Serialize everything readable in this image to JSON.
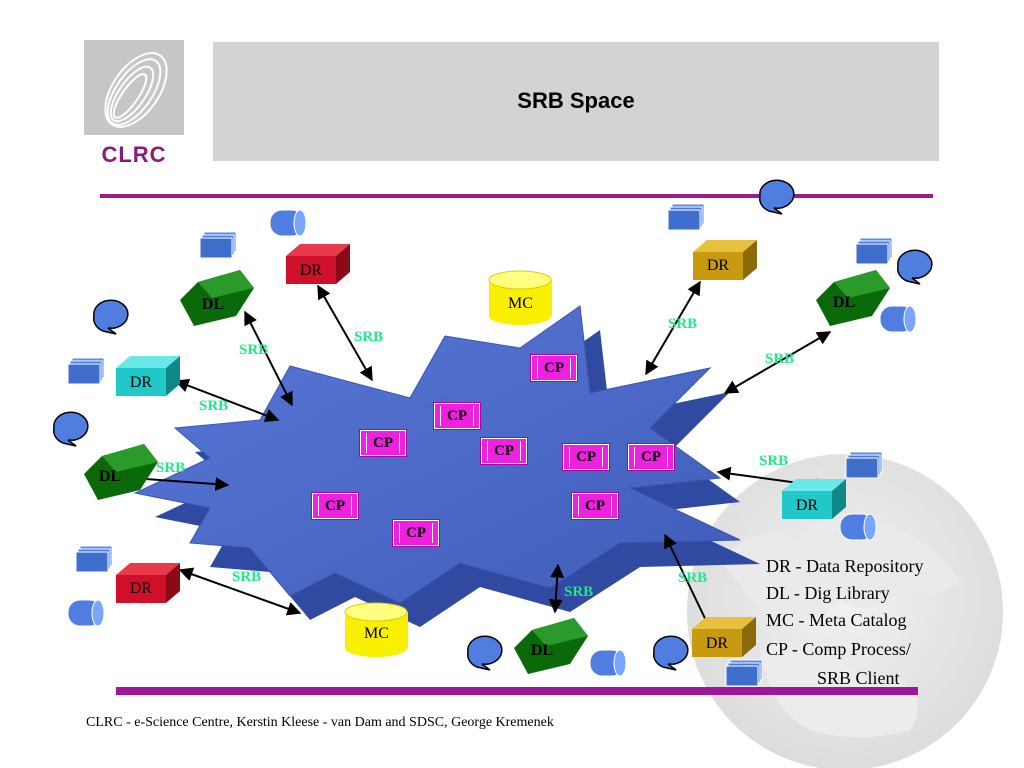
{
  "title": "SRB Space",
  "logo": {
    "text": "CLRC"
  },
  "footer": "CLRC - e-Science Centre, Kerstin Kleese - van Dam and SDSC, George Kremenek",
  "nodes": {
    "dr_top": "DR",
    "dl_left_top": "DL",
    "dr_left": "DR",
    "dl_left_mid": "DL",
    "dr_left_bottom": "DR",
    "mc_top": "MC",
    "mc_bottom": "MC",
    "dl_bottom": "DL",
    "dr_bottom_right": "DR",
    "dr_right_top": "DR",
    "dl_right": "DL",
    "dr_right_mid": "DR"
  },
  "srb_label": "SRB",
  "cp_label": "CP",
  "legend": [
    "DR - Data Repository",
    "DL - Dig Library",
    "MC - Meta Catalog",
    "CP - Comp Process/",
    "SRB Client"
  ],
  "colors": {
    "accent_rule": "#9b1c8e",
    "cloud": "#4a68c8",
    "srb_text": "#22e88a",
    "cp_box": "#f020e0",
    "dl_box": "#0a6a0a",
    "dr_red": "#d0102a",
    "dr_teal": "#20c8c8",
    "dr_gold": "#c89a10",
    "mc_cylinder": "#f8f000"
  }
}
